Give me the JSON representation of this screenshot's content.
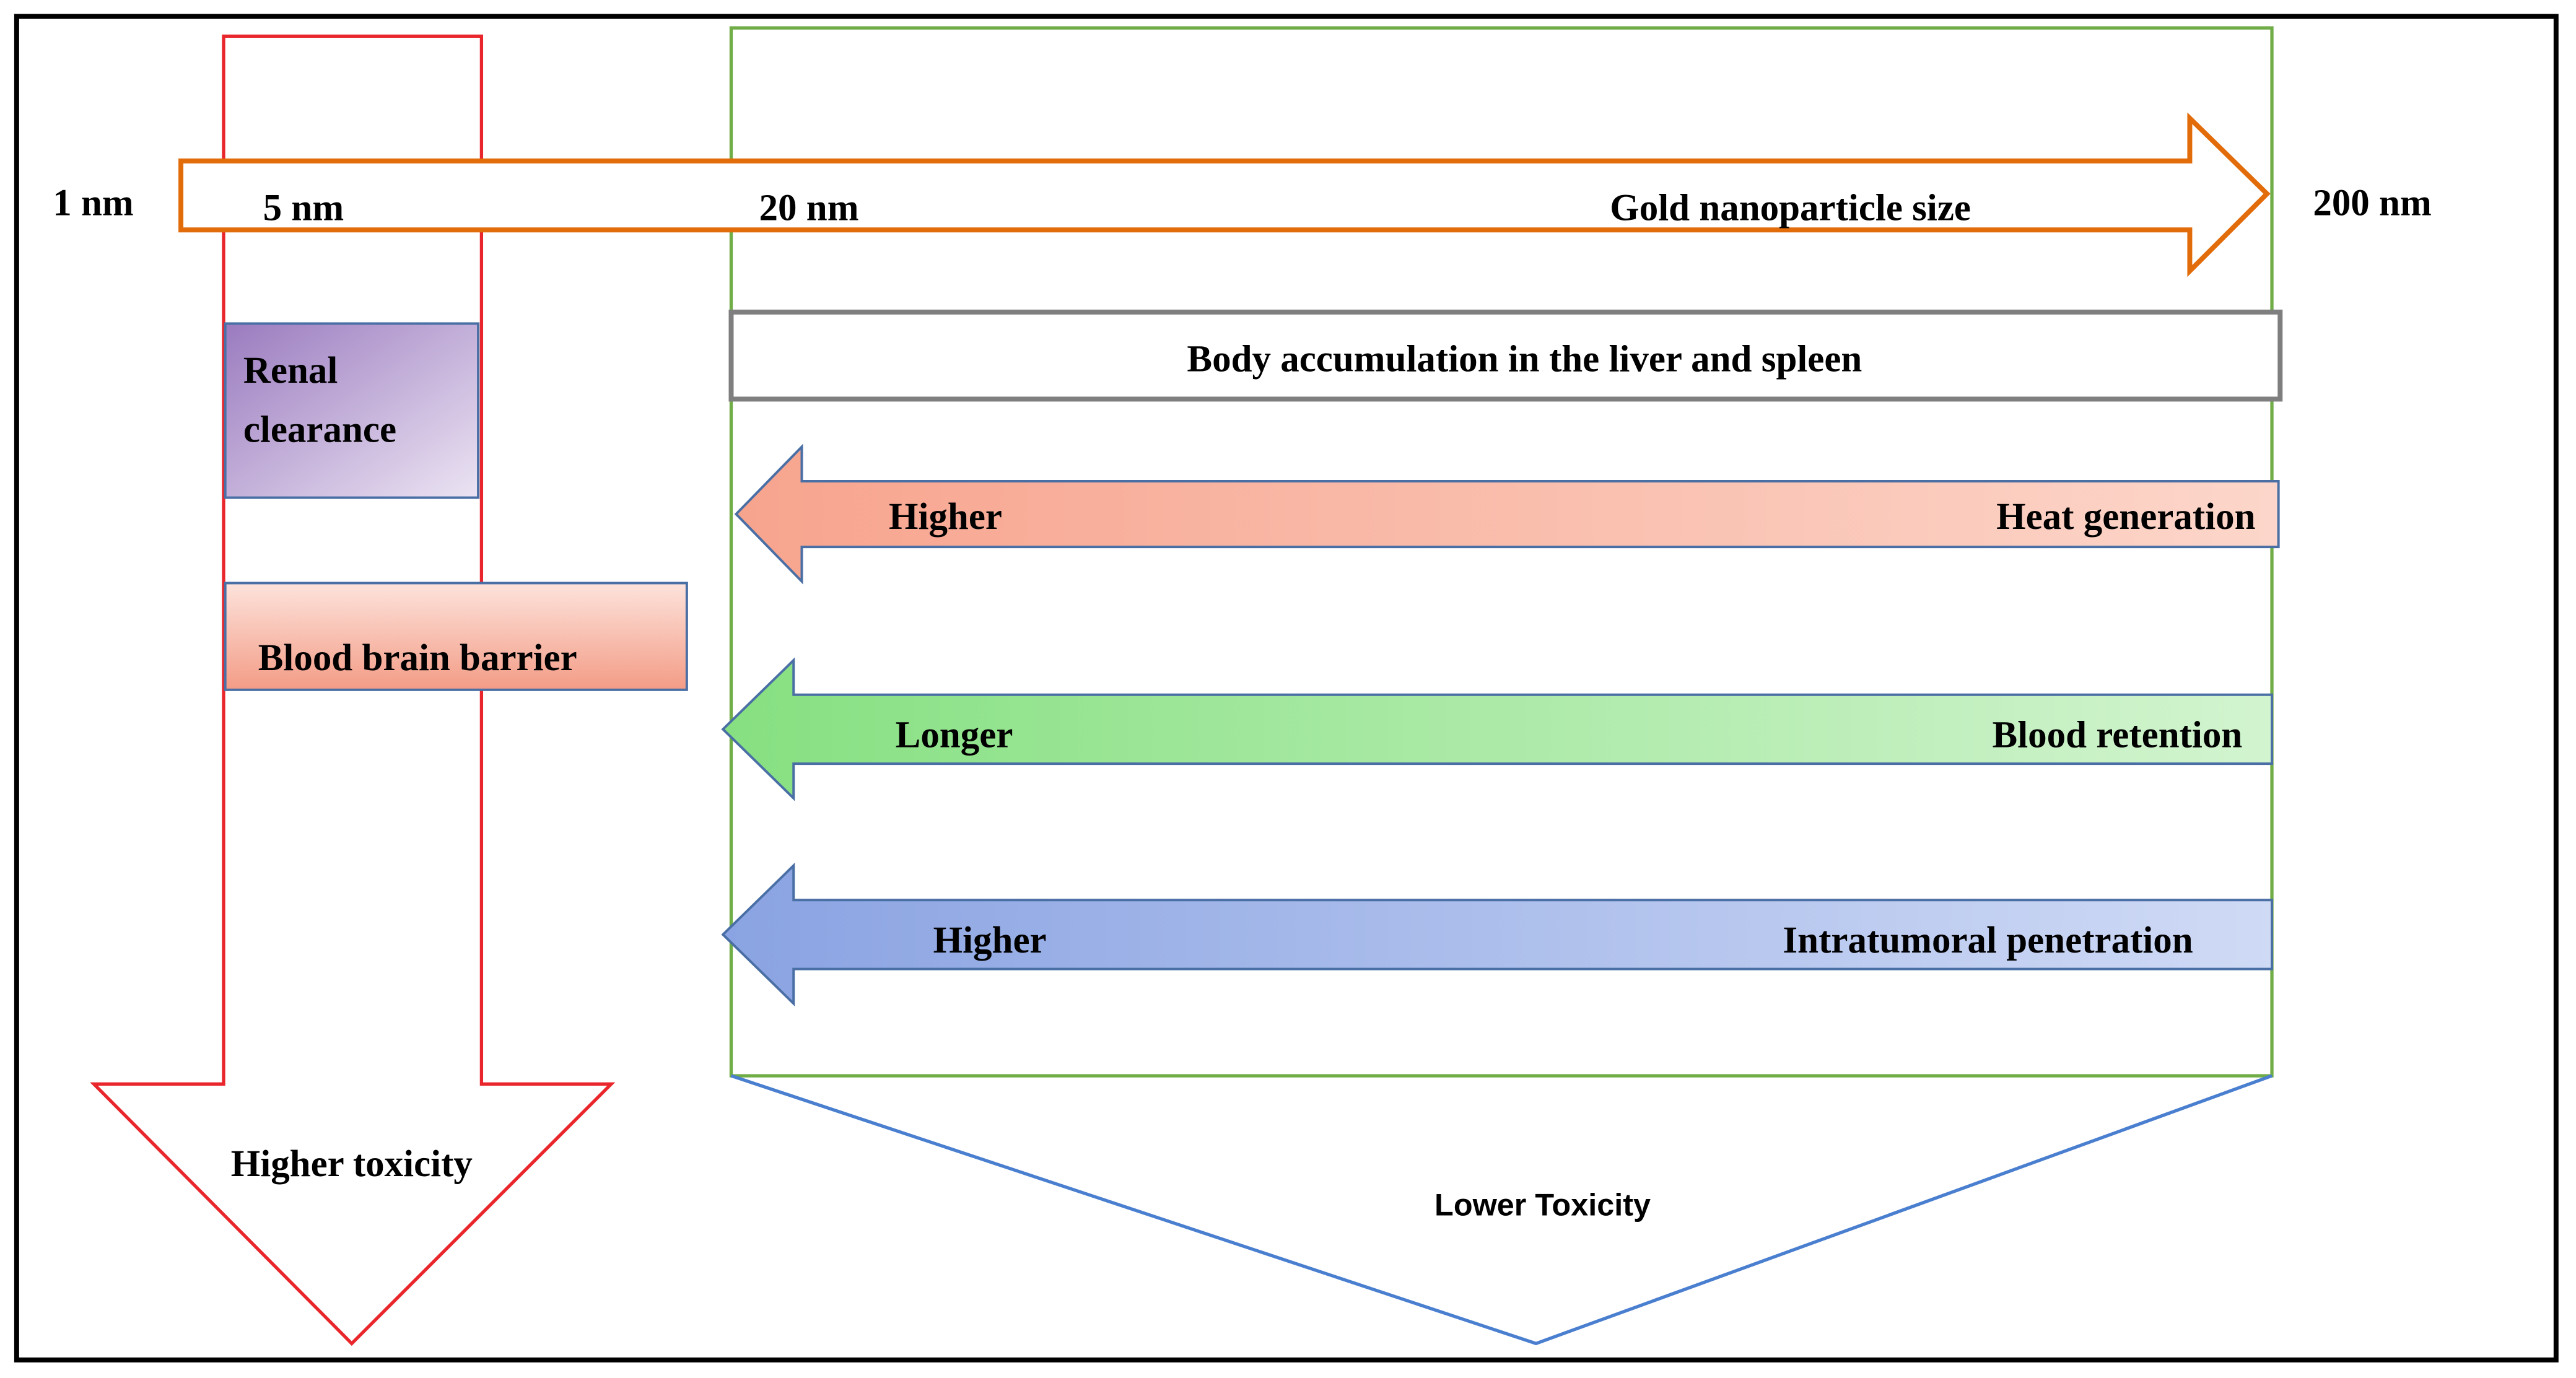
{
  "size_axis": {
    "label": "Gold nanoparticle size",
    "ticks": [
      "1 nm",
      "5 nm",
      "20 nm",
      "200 nm"
    ]
  },
  "small_region": {
    "toxicity_label": "Higher toxicity",
    "renal_line1": "Renal",
    "renal_line2": "clearance",
    "bbb_label": "Blood brain barrier"
  },
  "large_region": {
    "toxicity_label": "Lower Toxicity",
    "accumulation_label": "Body accumulation in the liver and spleen",
    "arrows": [
      {
        "direction_label": "Higher",
        "property": "Heat generation",
        "color": "#f4a08a"
      },
      {
        "direction_label": "Longer",
        "property": "Blood retention",
        "color": "#8ee28a"
      },
      {
        "direction_label": "Higher",
        "property": "Intratumoral penetration",
        "color": "#8fa8e4"
      }
    ]
  },
  "colors": {
    "border": "#000000",
    "small_region_outline": "#e8262b",
    "large_region_outline": "#70ad47",
    "lower_toxicity_outline": "#4a7fd0",
    "size_arrow": "#e26b0a",
    "accumulation_box": "#7f7f7f",
    "renal_box": "#9c7ec0",
    "bbb_box": "#f4a08a"
  }
}
